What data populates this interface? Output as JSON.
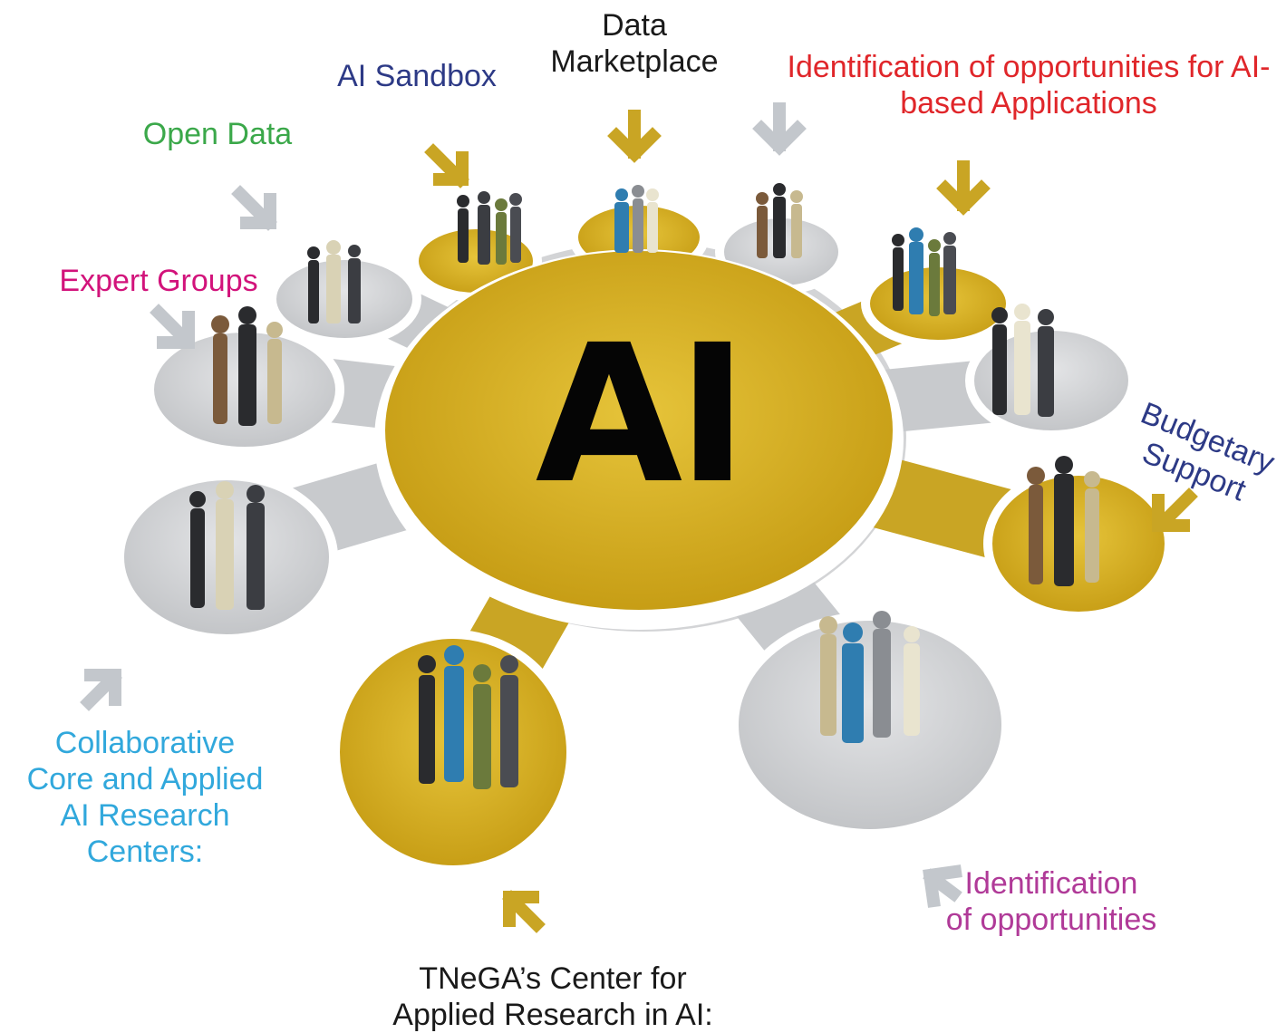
{
  "center_label": "AI",
  "labels": {
    "data_marketplace": "Data\nMarketplace",
    "ai_sandbox": "AI Sandbox",
    "open_data": "Open Data",
    "expert_groups": "Expert Groups",
    "identification_ai_apps": "Identification of opportunities for AI-\nbased Applications",
    "budgetary_support": "Budgetary\nSupport",
    "collaborative_centers": "Collaborative\nCore and Applied\nAI Research Centers:",
    "identification_opportunities": "Identification\nof opportunities",
    "tnega_center": "TNeGA’s Center for\nApplied Research in AI:"
  },
  "colors": {
    "gold": "#d2ab1c",
    "gray_platform": "#d0d1d3",
    "gold_arrow": "#c9a524",
    "gray_arrow": "#c3c7cc",
    "data_marketplace": "#1a1a1a",
    "ai_sandbox": "#2d3a86",
    "open_data": "#3ba84a",
    "expert_groups": "#d2137b",
    "identification_ai_apps": "#e0262a",
    "budgetary_support": "#2d3a86",
    "collaborative_centers": "#31a8dc",
    "identification_opportunities": "#b03a98",
    "tnega_center": "#1a1a1a"
  }
}
